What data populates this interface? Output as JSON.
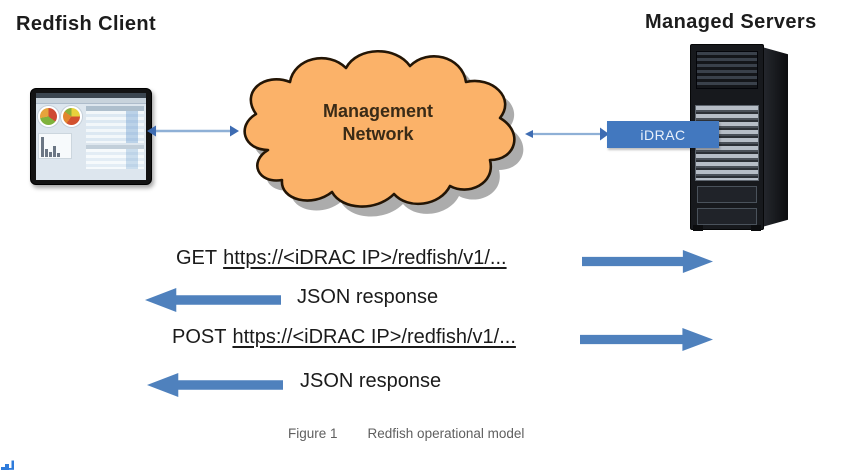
{
  "diagram": {
    "client_title": "Redfish Client",
    "servers_title": "Managed Servers",
    "cloud": {
      "line1": "Management",
      "line2": "Network"
    },
    "idrac_label": "iDRAC",
    "messages": {
      "get": {
        "method": "GET",
        "url": "https://<iDRAC IP>/redfish/v1/...",
        "direction": "right"
      },
      "json1": {
        "label": "JSON response",
        "direction": "left"
      },
      "post": {
        "method": "POST",
        "url": "https://<iDRAC IP>/redfish/v1/...",
        "direction": "right"
      },
      "json2": {
        "label": "JSON response",
        "direction": "left"
      }
    },
    "caption": {
      "figure_label": "Figure 1",
      "title": "Redfish operational model"
    }
  },
  "icons": {
    "client": "monitor-dashboard-illustration",
    "network": "cloud-shape",
    "server": "tower-server-illustration",
    "request": "thick-arrow-right",
    "response": "thick-arrow-left",
    "links": "double-headed-connector-arrow"
  },
  "colors": {
    "thick_arrow": "#4F81BD",
    "connector_line": "#8FB0D6",
    "connector_head": "#3E6CB2",
    "cloud_fill": "#FBB269",
    "cloud_outline": "#231505",
    "cloud_shadow": "#9D9D9D",
    "idrac_bg": "#4278BF",
    "idrac_text": "#E9F1FB",
    "body_text": "#1B1B1B",
    "caption_text": "#5F5F5F"
  }
}
